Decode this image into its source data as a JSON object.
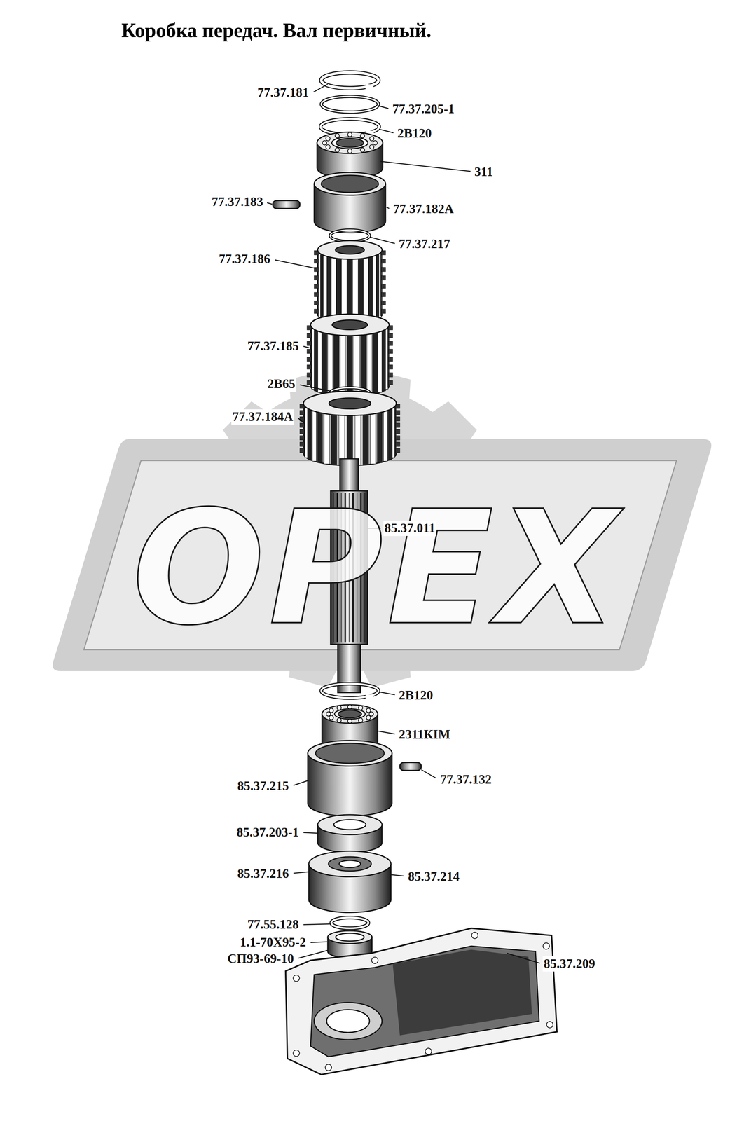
{
  "diagram": {
    "title": "Коробка передач. Вал первичный.",
    "labels": [
      "77.37.181",
      "77.37.205-1",
      "2В120",
      "311",
      "77.37.183",
      "77.37.182А",
      "77.37.217",
      "77.37.186",
      "77.37.185",
      "2В65",
      "77.37.184А",
      "85.37.011",
      "2В120",
      "2311КIМ",
      "77.37.132",
      "85.37.215",
      "85.37.203-1",
      "85.37.216",
      "85.37.214",
      "77.55.128",
      "1.1-70Х95-2",
      "СП93-69-10",
      "85.37.209",
      "ОРЕХ"
    ]
  }
}
